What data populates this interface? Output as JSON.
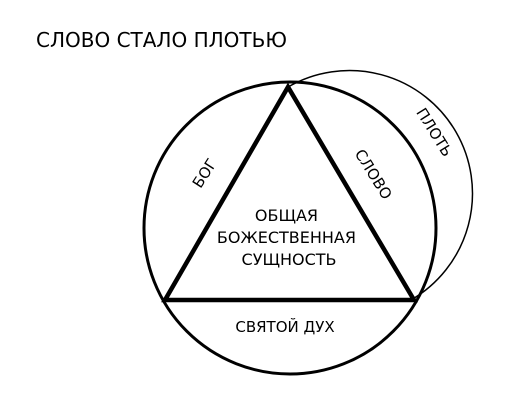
{
  "title": "СЛОВО СТАЛО ПЛОТЬЮ",
  "labels": {
    "god": "БОГ",
    "word": "СЛОВО",
    "flesh": "ПЛОТЬ",
    "holy_spirit": "СВЯТОЙ ДУХ",
    "common_essence": [
      "ОБЩАЯ",
      "БОЖЕСТВЕННАЯ",
      "СУЩНОСТЬ"
    ]
  },
  "colors": {
    "line": "#000000",
    "background": "#ffffff"
  }
}
